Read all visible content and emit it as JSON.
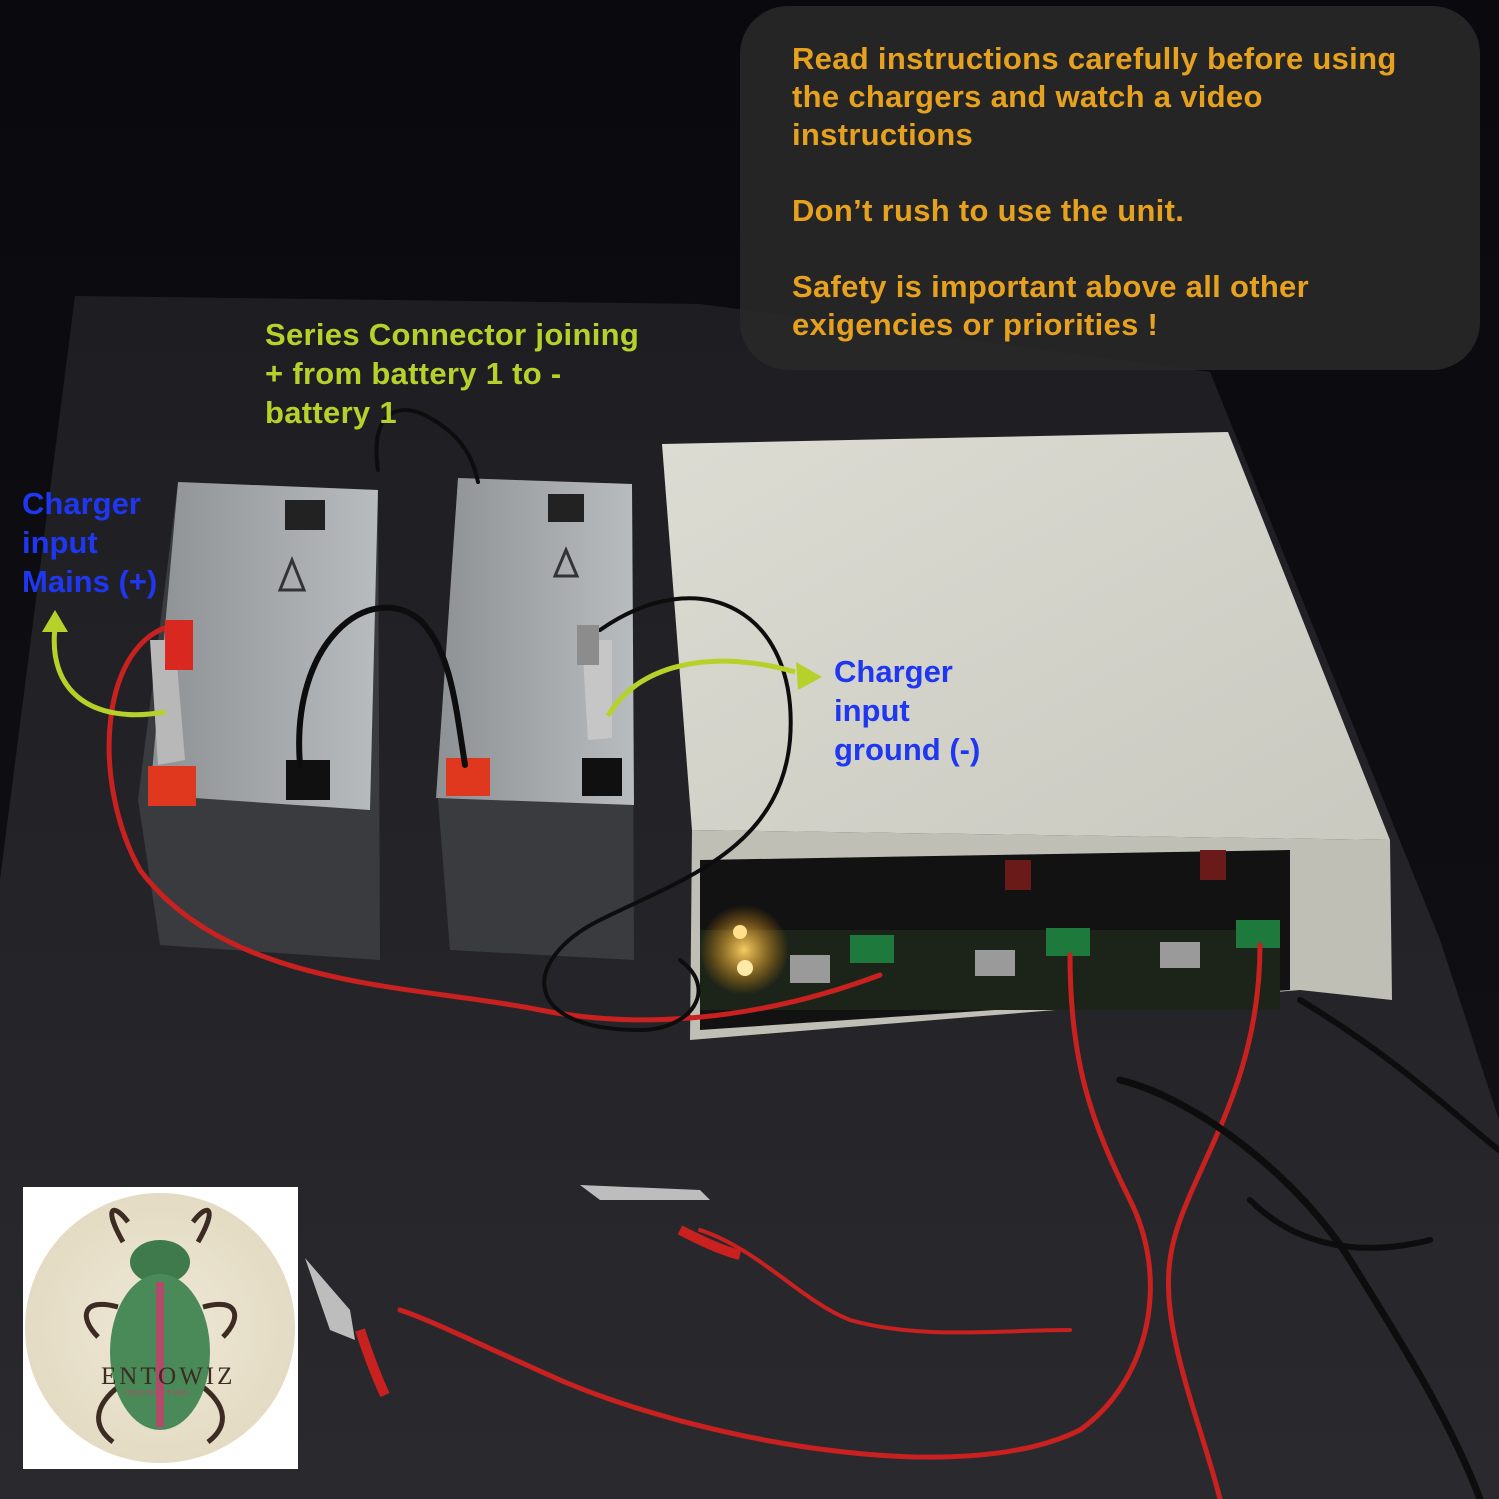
{
  "warning": {
    "line1": "Read instructions carefully before using the chargers and watch a video instructions",
    "line2": "Don’t rush to use the unit.",
    "line3": "Safety is important above all other exigencies or priorities !",
    "color": "#e6a11f"
  },
  "labels": {
    "series_connector": "Series Connector joining + from battery 1 to - battery 1",
    "charger_positive": "Charger input Mains (+)",
    "charger_ground": "Charger input ground (-)",
    "green_color": "#b6d22a",
    "blue_color": "#1f37f0"
  },
  "logo": {
    "brand": "ENTOWIZ",
    "tagline": "YOUR INSECT MAN",
    "icon": "beetle-icon"
  }
}
